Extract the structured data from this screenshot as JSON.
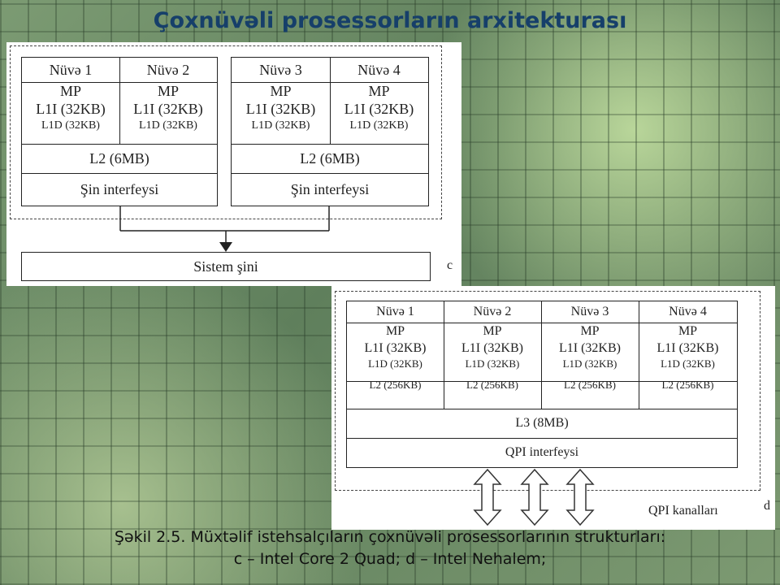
{
  "title": "Çoxnüvəli prosessorların arxitekturası",
  "caption": {
    "line1": "Şəkil 2.5. Müxtəlif istehsalçıların çoxnüvəli prosessorlarının strukturları:",
    "line2": "c – Intel Core 2 Quad; d – Intel Nehalem;"
  },
  "diagram_c": {
    "label": "c",
    "cores": [
      {
        "name": "Nüvə 1",
        "mp": "MP",
        "l1i": "L1I (32KB)",
        "l1d": "L1D (32KB)"
      },
      {
        "name": "Nüvə 2",
        "mp": "MP",
        "l1i": "L1I (32KB)",
        "l1d": "L1D (32KB)"
      },
      {
        "name": "Nüvə 3",
        "mp": "MP",
        "l1i": "L1I (32KB)",
        "l1d": "L1D (32KB)"
      },
      {
        "name": "Nüvə 4",
        "mp": "MP",
        "l1i": "L1I (32KB)",
        "l1d": "L1D (32KB)"
      }
    ],
    "l2": [
      "L2 (6MB)",
      "L2 (6MB)"
    ],
    "bus_interface": [
      "Şin interfeysi",
      "Şin interfeysi"
    ],
    "system_bus": "Sistem şini"
  },
  "diagram_d": {
    "label": "d",
    "cores": [
      {
        "name": "Nüvə 1",
        "mp": "MP",
        "l1i": "L1I (32KB)",
        "l1d": "L1D (32KB)",
        "l2": "L2 (256KB)"
      },
      {
        "name": "Nüvə 2",
        "mp": "MP",
        "l1i": "L1I (32KB)",
        "l1d": "L1D (32KB)",
        "l2": "L2 (256KB)"
      },
      {
        "name": "Nüvə 3",
        "mp": "MP",
        "l1i": "L1I (32KB)",
        "l1d": "L1D (32KB)",
        "l2": "L2 (256KB)"
      },
      {
        "name": "Nüvə 4",
        "mp": "MP",
        "l1i": "L1I (32KB)",
        "l1d": "L1D (32KB)",
        "l2": "L2 (256KB)"
      }
    ],
    "l3": "L3 (8MB)",
    "qpi_interface": "QPI interfeysi",
    "qpi_channels": "QPI kanalları"
  }
}
